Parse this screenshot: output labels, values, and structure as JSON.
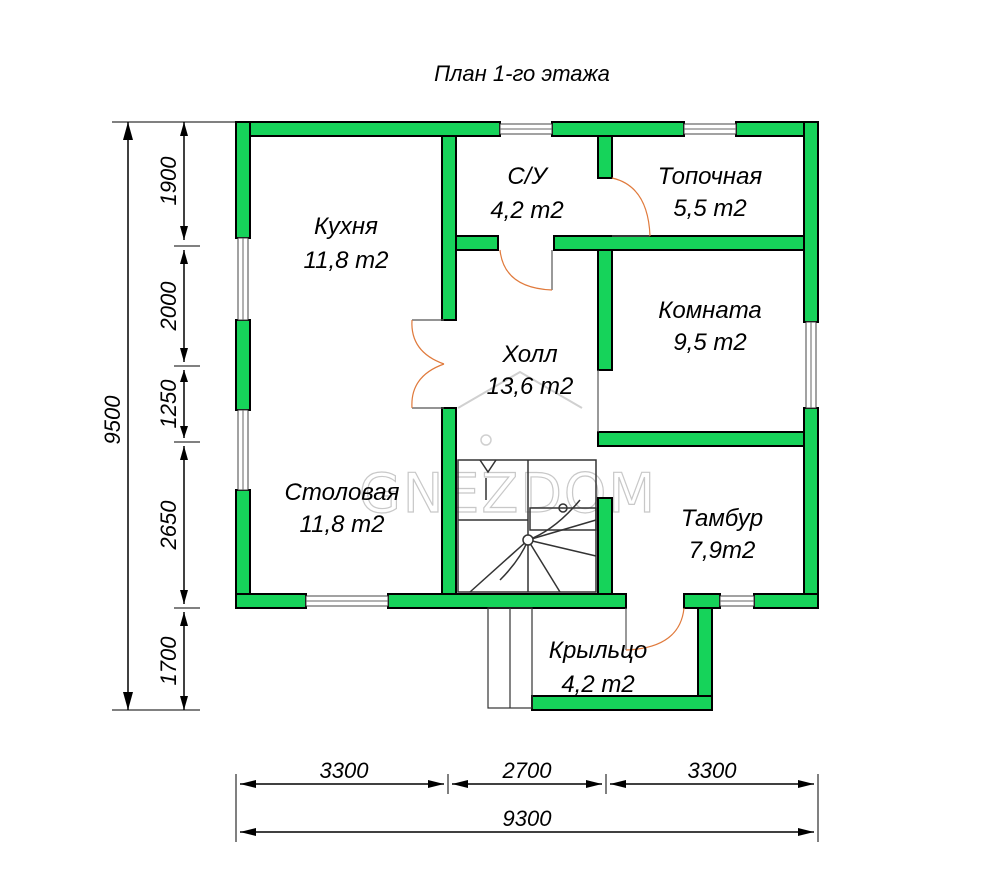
{
  "title": "План 1-го этажа",
  "watermark": "GNEZDOM",
  "rooms": {
    "kitchen": {
      "name": "Кухня",
      "area": "11,8 m2"
    },
    "wc": {
      "name": "С/У",
      "area": "4,2 m2"
    },
    "furnace": {
      "name": "Топочная",
      "area": "5,5 m2"
    },
    "room": {
      "name": "Комната",
      "area": "9,5 m2"
    },
    "hall": {
      "name": "Холл",
      "area": "13,6 m2"
    },
    "dining": {
      "name": "Столовая",
      "area": "11,8 m2"
    },
    "vestibule": {
      "name": "Тамбур",
      "area": "7,9m2"
    },
    "porch": {
      "name": "Крыльцо",
      "area": "4,2 m2"
    }
  },
  "dimensions": {
    "total_height": "9500",
    "left_segments": [
      "1900",
      "2000",
      "1250",
      "2650",
      "1700"
    ],
    "total_width": "9300",
    "bottom_segments": [
      "3300",
      "2700",
      "3300"
    ]
  },
  "colors": {
    "wall": "#16d35a",
    "door_arc": "#e07a3c"
  }
}
